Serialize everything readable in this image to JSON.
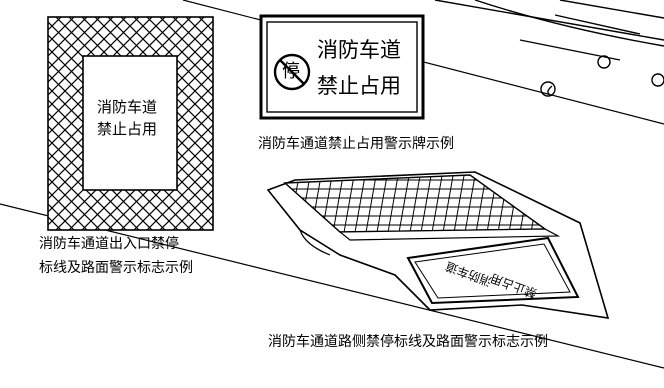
{
  "entrance_marking": {
    "line1": "消防车道",
    "line2": "禁止占用",
    "caption_line1": "消防车通道出入口禁停",
    "caption_line2": "标线及路面警示标志示例"
  },
  "warning_sign": {
    "no_parking_glyph": "停",
    "line1": "消防车道",
    "line2": "禁止占用",
    "caption": "消防车通道禁止占用警示牌示例"
  },
  "roadside_marking": {
    "line1": "消防车道",
    "line2": "禁止占用",
    "caption": "消防车通道路侧禁停标线及路面警示标志示例"
  }
}
